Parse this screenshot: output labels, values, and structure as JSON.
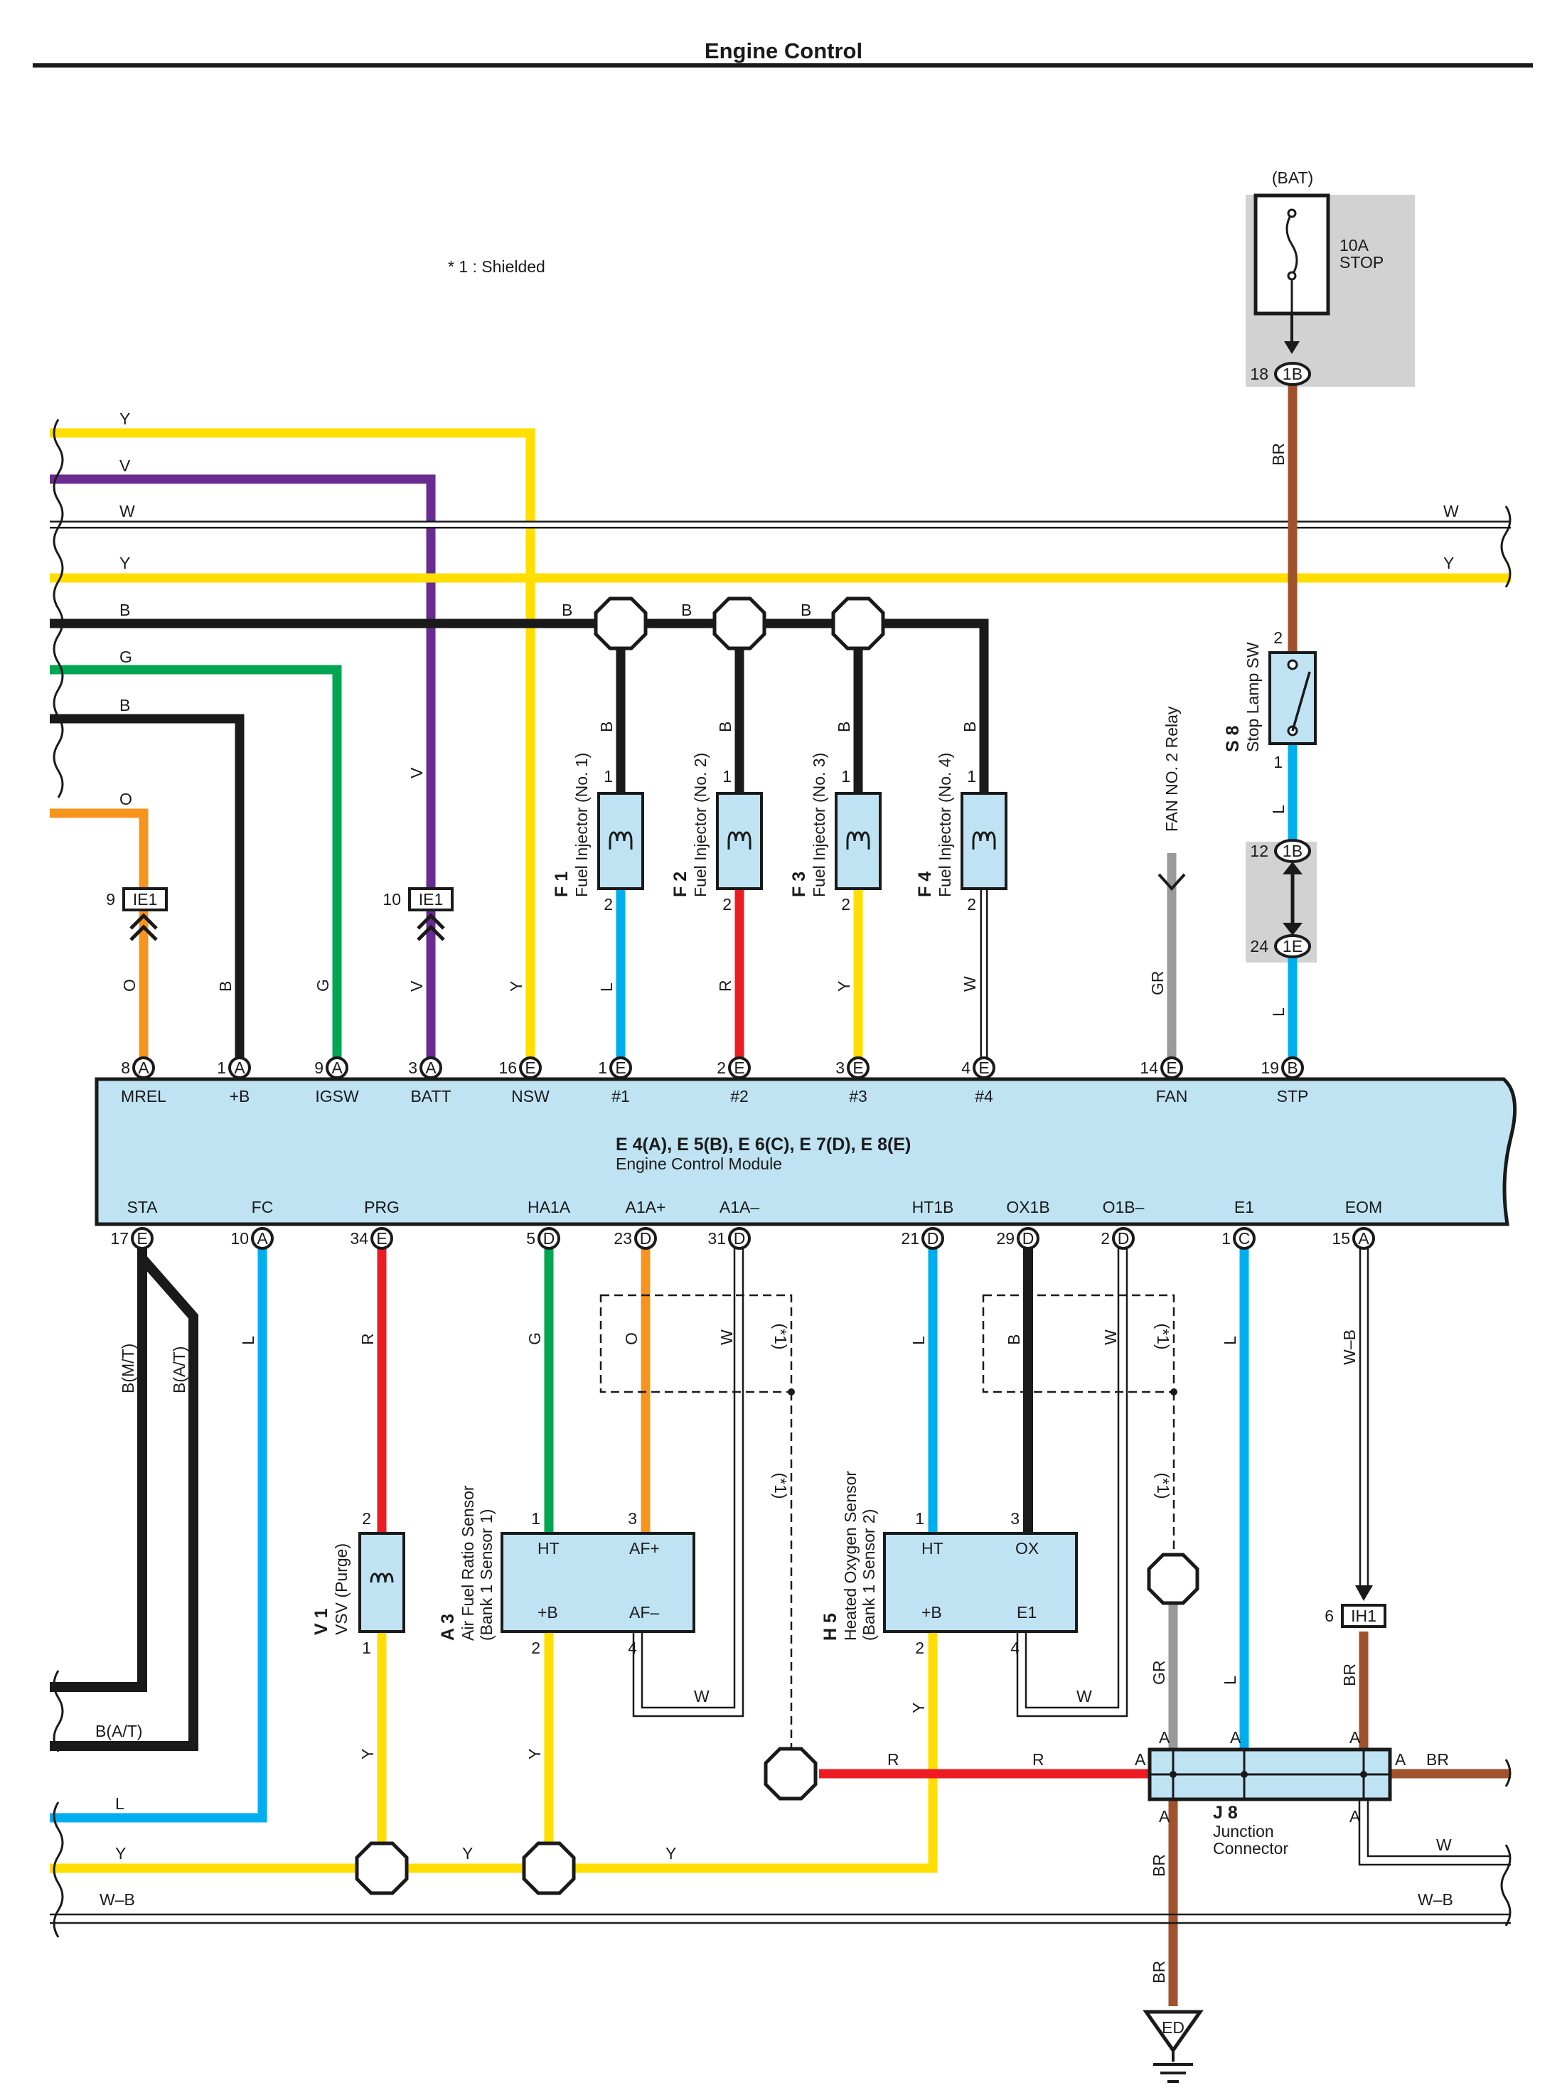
{
  "title": "Engine Control",
  "note": "* 1 : Shielded",
  "colors": {
    "Y": "#ffde00",
    "V": "#6a2c91",
    "W": "#ffffff",
    "B": "#1a1a1a",
    "G": "#00a651",
    "O": "#f7941d",
    "L": "#00aeef",
    "R": "#ed1c24",
    "GR": "#9a9a9a",
    "BR": "#a0522d",
    "module": "#bfe3f3"
  },
  "ecm": {
    "name": "E 4(A), E 5(B), E 6(C), E 7(D), E 8(E)",
    "subtitle": "Engine Control Module",
    "top_pins": [
      {
        "label": "MREL",
        "num": "8",
        "conn": "A"
      },
      {
        "label": "+B",
        "num": "1",
        "conn": "A"
      },
      {
        "label": "IGSW",
        "num": "9",
        "conn": "A"
      },
      {
        "label": "BATT",
        "num": "3",
        "conn": "A"
      },
      {
        "label": "NSW",
        "num": "16",
        "conn": "E"
      },
      {
        "label": "#1",
        "num": "1",
        "conn": "E"
      },
      {
        "label": "#2",
        "num": "2",
        "conn": "E"
      },
      {
        "label": "#3",
        "num": "3",
        "conn": "E"
      },
      {
        "label": "#4",
        "num": "4",
        "conn": "E"
      },
      {
        "label": "FAN",
        "num": "14",
        "conn": "E"
      },
      {
        "label": "STP",
        "num": "19",
        "conn": "B"
      }
    ],
    "bottom_pins": [
      {
        "label": "STA",
        "num": "17",
        "conn": "E"
      },
      {
        "label": "FC",
        "num": "10",
        "conn": "A"
      },
      {
        "label": "PRG",
        "num": "34",
        "conn": "E"
      },
      {
        "label": "HA1A",
        "num": "5",
        "conn": "D"
      },
      {
        "label": "A1A+",
        "num": "23",
        "conn": "D"
      },
      {
        "label": "A1A–",
        "num": "31",
        "conn": "D"
      },
      {
        "label": "HT1B",
        "num": "21",
        "conn": "D"
      },
      {
        "label": "OX1B",
        "num": "29",
        "conn": "D"
      },
      {
        "label": "O1B–",
        "num": "2",
        "conn": "D"
      },
      {
        "label": "E1",
        "num": "1",
        "conn": "C"
      },
      {
        "label": "EOM",
        "num": "15",
        "conn": "A"
      }
    ]
  },
  "fuse": {
    "source": "(BAT)",
    "rating": "10A",
    "name": "STOP",
    "pin": "18",
    "conn": "1B"
  },
  "stop_lamp_sw": {
    "code": "S 8",
    "name": "Stop Lamp SW",
    "pin_top": "2",
    "pin_bottom": "1"
  },
  "stop_conn": [
    {
      "pin": "12",
      "conn": "1B"
    },
    {
      "pin": "24",
      "conn": "1E"
    }
  ],
  "fan_relay": "FAN NO. 2 Relay",
  "injectors": [
    {
      "code": "F 1",
      "name": "Fuel Injector (No. 1)",
      "pin1": "1",
      "pin2": "2"
    },
    {
      "code": "F 2",
      "name": "Fuel Injector (No. 2)",
      "pin1": "1",
      "pin2": "2"
    },
    {
      "code": "F 3",
      "name": "Fuel Injector (No. 3)",
      "pin1": "1",
      "pin2": "2"
    },
    {
      "code": "F 4",
      "name": "Fuel Injector (No. 4)",
      "pin1": "1",
      "pin2": "2"
    }
  ],
  "ie1": [
    {
      "pin": "9",
      "conn": "IE1"
    },
    {
      "pin": "10",
      "conn": "IE1"
    }
  ],
  "ih1": {
    "pin": "6",
    "conn": "IH1"
  },
  "vsv": {
    "code": "V 1",
    "name": "VSV (Purge)",
    "pin_top": "2",
    "pin_bottom": "1"
  },
  "af_sensor": {
    "code": "A 3",
    "name": "Air Fuel Ratio Sensor",
    "sub": "(Bank 1 Sensor 1)",
    "HT": "HT",
    "AFp": "AF+",
    "Bp": "+B",
    "AFm": "AF–",
    "p1": "1",
    "p3": "3",
    "p2": "2",
    "p4": "4"
  },
  "o2_sensor": {
    "code": "H 5",
    "name": "Heated Oxygen Sensor",
    "sub": "(Bank 1 Sensor 2)",
    "HT": "HT",
    "OX": "OX",
    "Bp": "+B",
    "E1": "E1",
    "p1": "1",
    "p3": "3",
    "p2": "2",
    "p4": "4"
  },
  "junction": {
    "code": "J 8",
    "name": "Junction",
    "name2": "Connector",
    "pin": "A"
  },
  "ground": "ED",
  "shield_label": "(*1)",
  "wire_labels": {
    "y_top_left": "Y",
    "v_left": "V",
    "w_left": "W",
    "w_right": "W",
    "y_mid_left": "Y",
    "y_mid_right": "Y",
    "b_left": "B",
    "b_mid1": "B",
    "b_mid2": "B",
    "b_mid3": "B",
    "g_left": "G",
    "b2_left": "B",
    "o_left": "O",
    "br_fuse": "BR",
    "v_vert": "V",
    "b_inj1": "B",
    "b_inj2": "B",
    "b_inj3": "B",
    "b_inj4": "B",
    "l_sw": "L",
    "l_stp": "L",
    "gr_fan": "GR",
    "o_mrel": "O",
    "b_plusb": "B",
    "g_igsw": "G",
    "v_batt": "V",
    "y_nsw": "Y",
    "l_inj1": "L",
    "r_inj2": "R",
    "y_inj3": "Y",
    "w_inj4": "W",
    "bmt": "B(M/T)",
    "bat": "B(A/T)",
    "l_fc": "L",
    "r_prg": "R",
    "g_ha1a": "G",
    "o_a1ap": "O",
    "w_a1am": "W",
    "l_ht1b": "L",
    "b_ox1b": "B",
    "w_o1bm": "W",
    "l_e1": "L",
    "wb_eom": "W–B",
    "y_vsv": "Y",
    "y_af": "Y",
    "w_af": "W",
    "y_o2": "Y",
    "w_o2": "W",
    "gr_j": "GR",
    "l_j": "L",
    "br_ih1": "BR",
    "r_1": "R",
    "r_2": "R",
    "a_1": "A",
    "a_2": "A",
    "a_3": "A",
    "a_4": "A",
    "a_5": "A",
    "a_6": "A",
    "a_7": "A",
    "br_right": "BR",
    "w_jright": "W",
    "bat_bottom": "B(A/T)",
    "l_bottom": "L",
    "y_bottom": "Y",
    "y_bottom2": "Y",
    "y_bottom3": "Y",
    "wb_left": "W–B",
    "wb_right": "W–B",
    "br_gnd1": "BR",
    "br_gnd2": "BR"
  }
}
